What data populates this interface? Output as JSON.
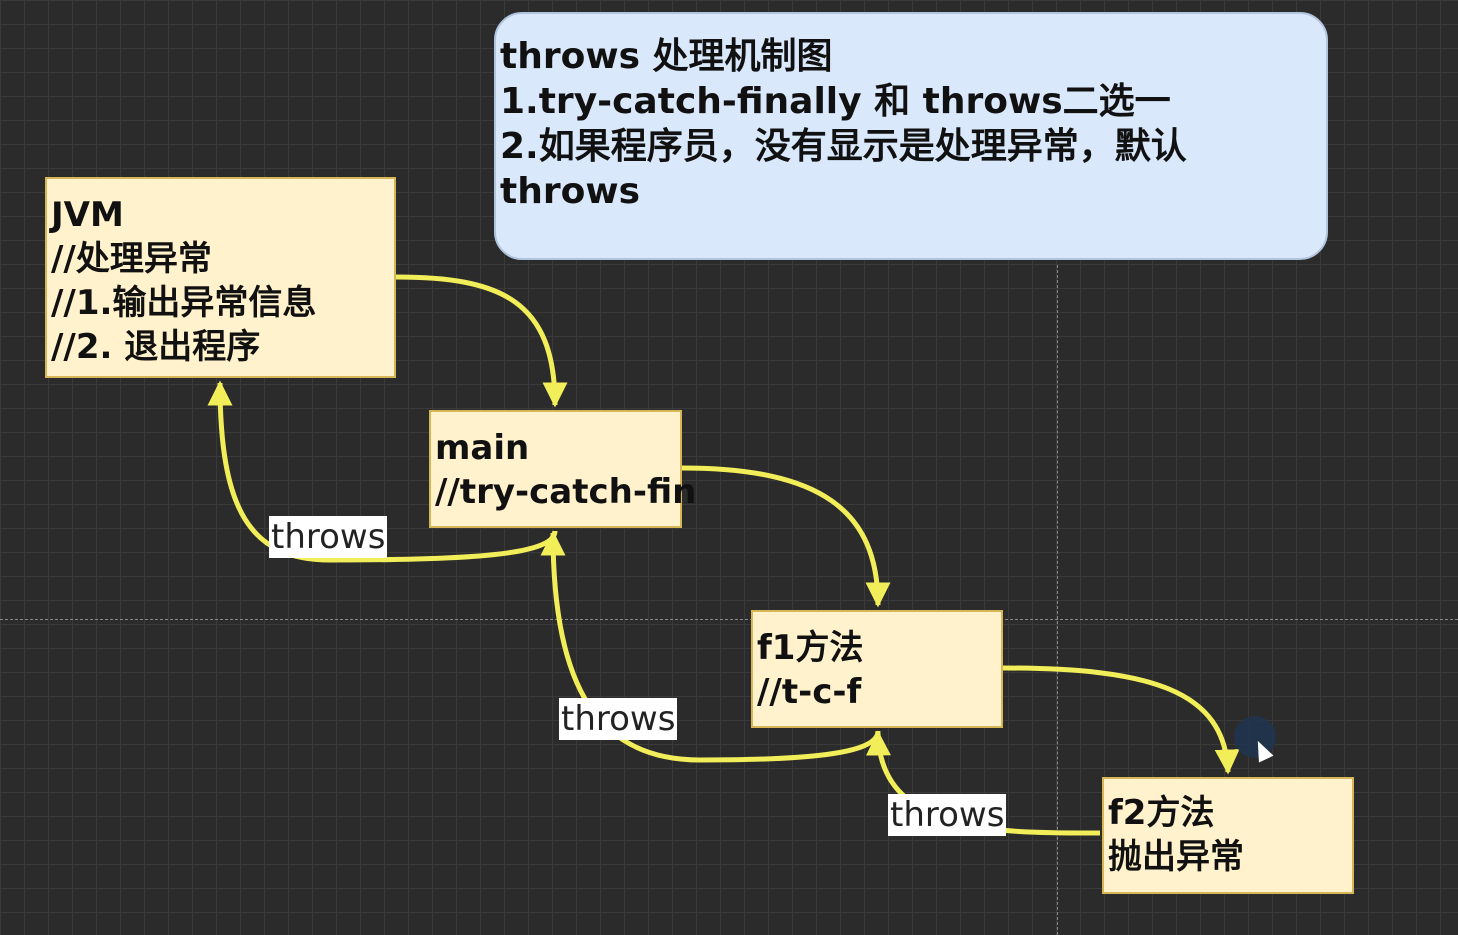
{
  "note": {
    "lines": [
      "throws 处理机制图",
      "1.try-catch-finally 和 throws二选一",
      "2.如果程序员，没有显示是处理异常，默认",
      "throws"
    ]
  },
  "nodes": {
    "jvm": {
      "lines": [
        "JVM",
        "//处理异常",
        "//1.输出异常信息",
        "//2. 退出程序"
      ]
    },
    "main": {
      "lines": [
        "main",
        "//try-catch-fin"
      ]
    },
    "f1": {
      "lines": [
        "f1方法",
        "//t-c-f"
      ]
    },
    "f2": {
      "lines": [
        "f2方法",
        "抛出异常"
      ]
    }
  },
  "edges": {
    "label_1": "throws",
    "label_2": "throws",
    "label_3": "throws"
  },
  "colors": {
    "edge": "#f2ee5a",
    "node_fill": "#fff2cc",
    "note_fill": "#dae8fc"
  }
}
